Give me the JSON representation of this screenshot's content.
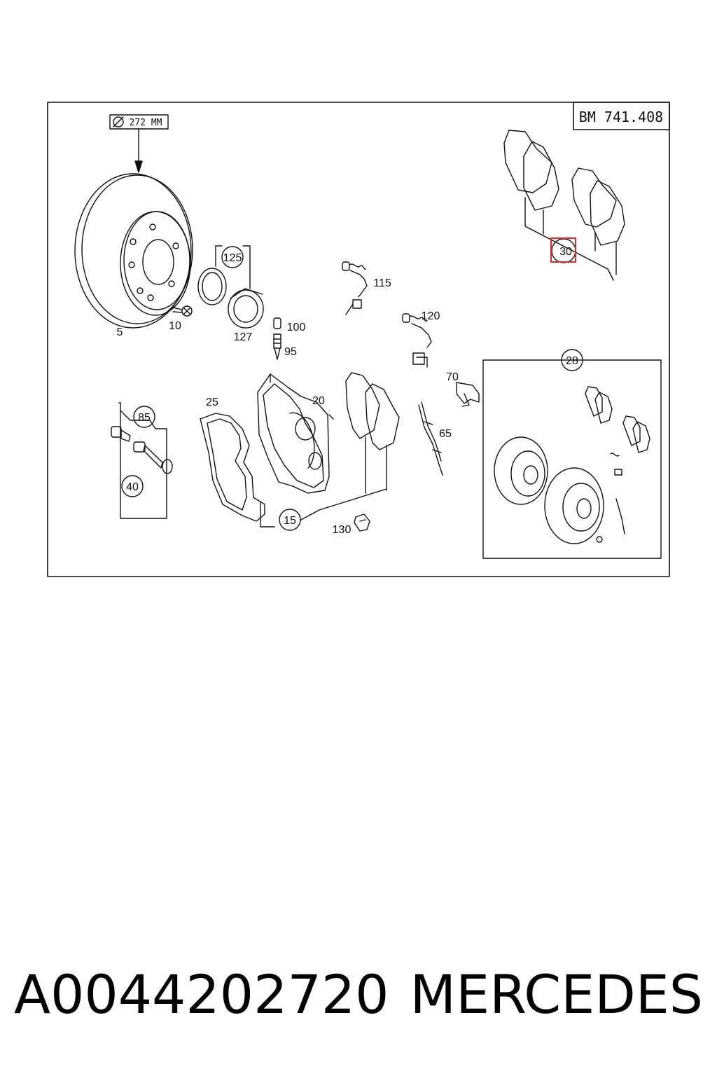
{
  "drawing": {
    "number": "BM 741.408",
    "disc_dimension": "272 MM",
    "highlight_color": "#e0282a"
  },
  "callouts": {
    "disc": "5",
    "screw": "10",
    "dust_seal": "125",
    "piston": "127",
    "cap": "100",
    "bleeder": "95",
    "sensor_115": "115",
    "sensor_120": "120",
    "pads_top": "30",
    "clip": "70",
    "spring": "65",
    "kit": "28",
    "caliper": "20",
    "bracket": "25",
    "guide_kit": "85",
    "guide": "40",
    "caliper_assy": "15",
    "bolt": "130"
  },
  "footer": {
    "part_number": "A0044202720",
    "brand": "MERCEDES"
  }
}
